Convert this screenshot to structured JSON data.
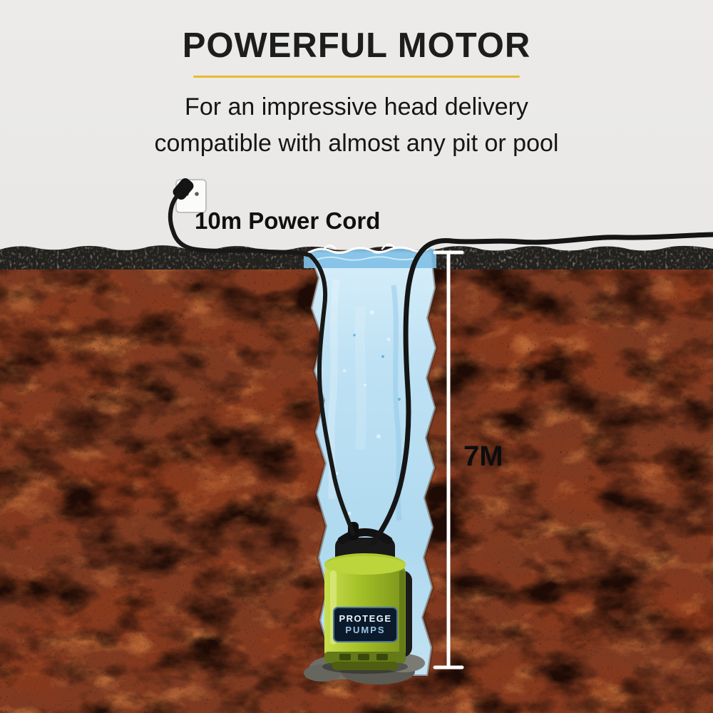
{
  "header": {
    "title": "POWERFUL MOTOR",
    "subtitle_line1": "For an impressive head delivery",
    "subtitle_line2": "compatible with almost any pit or pool"
  },
  "diagram": {
    "cord_label": "10m Power Cord",
    "depth_label": "7M",
    "pump_brand_line1": "PROTEGE",
    "pump_brand_line2": "PUMPS"
  },
  "colors": {
    "accent_underline": "#E9BB2E",
    "pump_green": "#9DBC24",
    "water_blue": "#BCE0F2",
    "soil_brown": "#7D3A21",
    "header_background": "#E8E7E5",
    "cord_black": "#181818",
    "measure_line_white": "#FFFFFF"
  }
}
